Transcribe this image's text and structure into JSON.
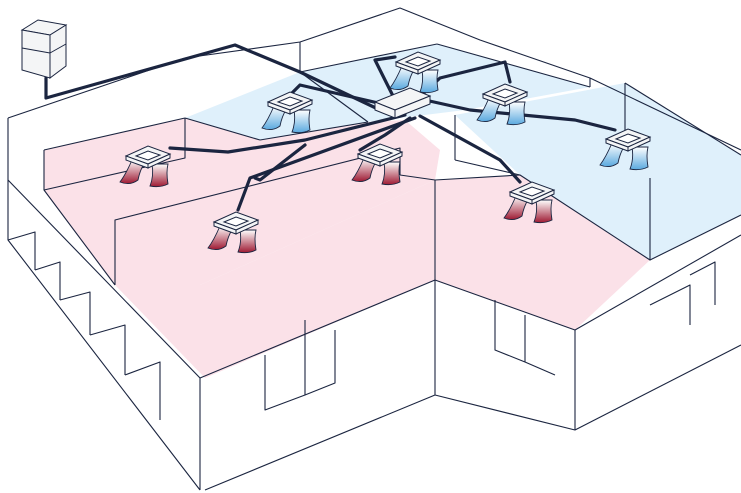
{
  "diagram": {
    "type": "hvac-building-layout",
    "colors": {
      "background": "#ffffff",
      "outline": "#1b2540",
      "pipe": "#1b2540",
      "cool_zone_fill": "#dff0fb",
      "heat_zone_fill": "#fbe1e8",
      "cool_airflow": "#6ab6e6",
      "heat_airflow": "#a8223a",
      "unit_body": "#f4f5f6"
    },
    "components": {
      "outdoor_unit": {
        "icon": "outdoor-condenser-icon"
      },
      "branch_controller": {
        "icon": "branch-box-icon"
      },
      "indoor_units": [
        {
          "id": "cool-1",
          "mode": "cooling"
        },
        {
          "id": "cool-2",
          "mode": "cooling"
        },
        {
          "id": "cool-3",
          "mode": "cooling"
        },
        {
          "id": "cool-4",
          "mode": "cooling"
        },
        {
          "id": "heat-1",
          "mode": "heating"
        },
        {
          "id": "heat-2",
          "mode": "heating"
        },
        {
          "id": "heat-3",
          "mode": "heating"
        },
        {
          "id": "heat-4",
          "mode": "heating"
        }
      ]
    },
    "zones": [
      {
        "id": "zone-cool-back",
        "mode": "cooling"
      },
      {
        "id": "zone-cool-right",
        "mode": "cooling"
      },
      {
        "id": "zone-heat-left",
        "mode": "heating"
      },
      {
        "id": "zone-heat-front",
        "mode": "heating"
      }
    ]
  }
}
